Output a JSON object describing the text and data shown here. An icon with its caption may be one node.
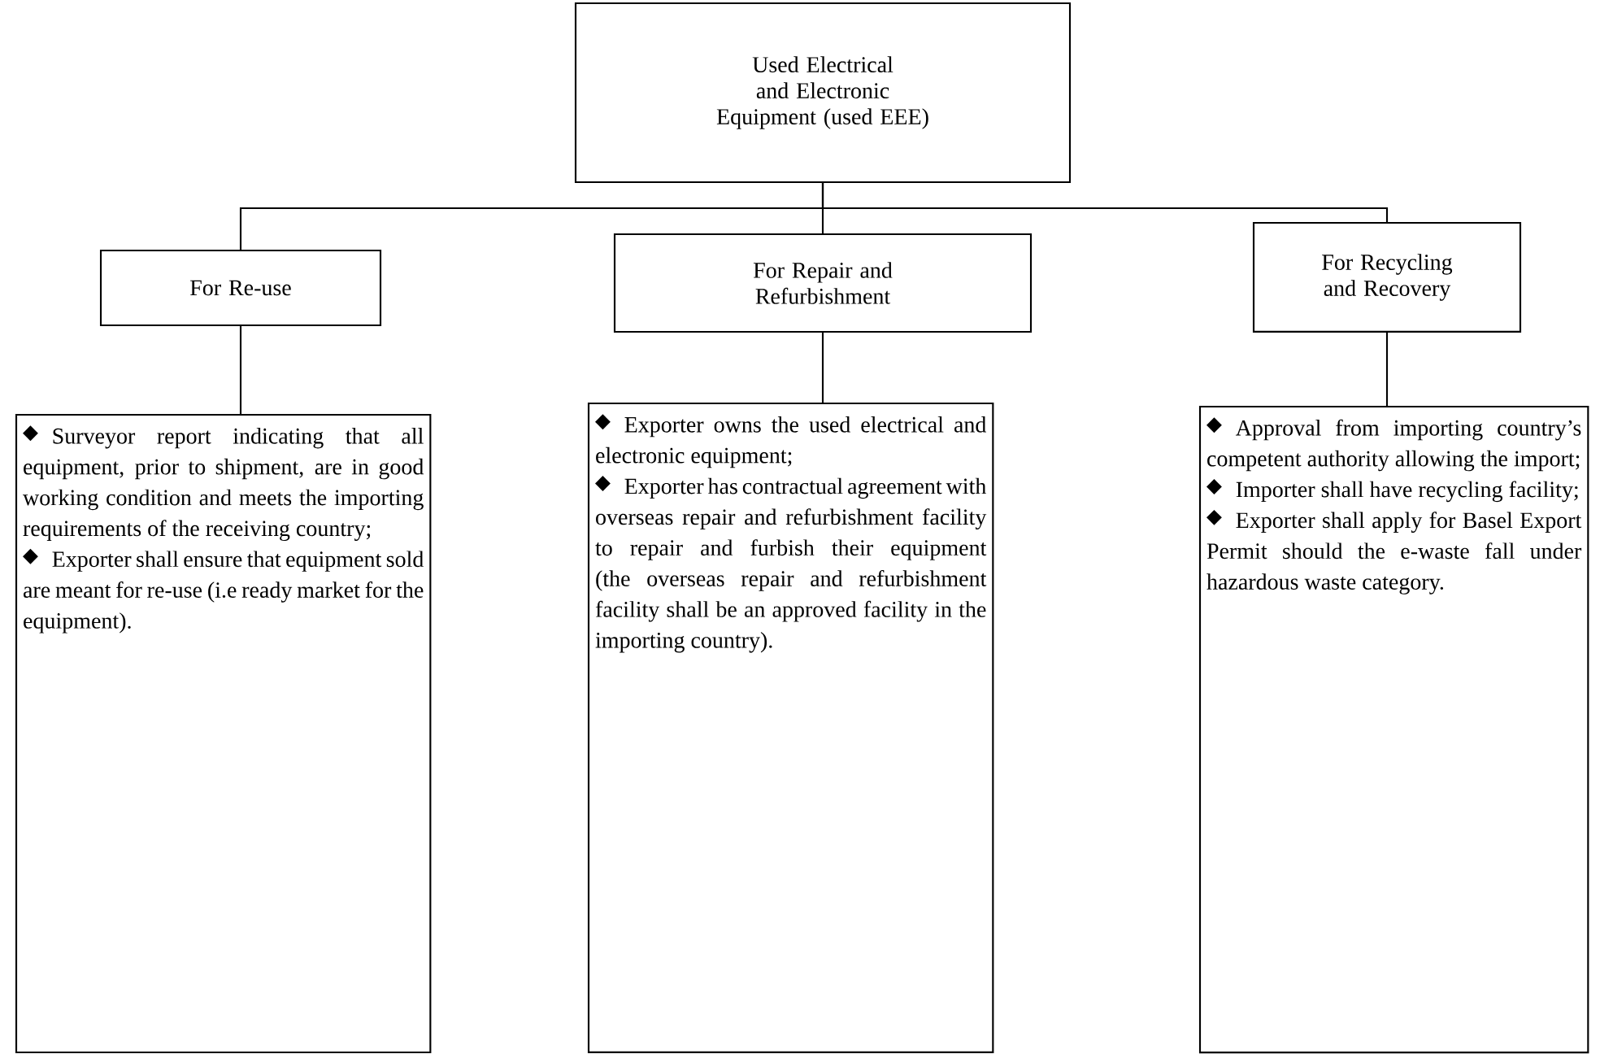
{
  "diagram": {
    "nodes": [
      {
        "text": [
          "Used Electrical and Electronic Equipment (used EEE)"
        ]
      },
      {
        "text": [
          "For Re-use"
        ]
      },
      {
        "text": [
          "For Repair and Refurbishment"
        ]
      },
      {
        "text": [
          "For Recycling and Recovery"
        ]
      },
      {
        "text": [
          "Surveyor report indicating that all equipment, prior to shipment, are in good working condition and meets the importing requirements of the receiving country;",
          "Exporter shall ensure that equipment sold are meant for re-use (i.e ready market for the equipment)."
        ]
      },
      {
        "text": [
          "Exporter owns the used electrical and electronic equipment;",
          "Exporter has contractual agreement with overseas repair and refurbishment facility to repair and furbish their equipment (the overseas repair and refurbishment facility shall be an approved facility in the importing country)."
        ]
      },
      {
        "text": [
          "Approval from importing country’s competent authority allowing the import;",
          "Importer shall have recycling facility;",
          "Exporter shall apply for Basel Export Permit should the e-waste fall under hazardous waste category."
        ]
      }
    ],
    "edges": [
      {
        "from": 0,
        "to": 1,
        "arrow": "none"
      },
      {
        "from": 0,
        "to": 2,
        "arrow": "none"
      },
      {
        "from": 0,
        "to": 3,
        "arrow": "none"
      },
      {
        "from": 1,
        "to": 4,
        "arrow": "none"
      },
      {
        "from": 2,
        "to": 5,
        "arrow": "none"
      },
      {
        "from": 3,
        "to": 6,
        "arrow": "none"
      }
    ]
  }
}
